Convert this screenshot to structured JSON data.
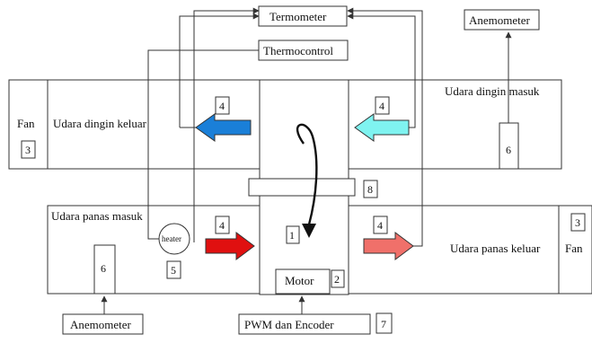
{
  "labels": {
    "termometer": "Termometer",
    "thermocontrol": "Thermocontrol",
    "anemometer_top": "Anemometer",
    "anemometer_bottom": "Anemometer",
    "pwm": "PWM dan Encoder",
    "fan_left": "Fan",
    "fan_right": "Fan",
    "udara_dingin_keluar": "Udara dingin keluar",
    "udara_dingin_masuk": "Udara dingin masuk",
    "udara_panas_masuk": "Udara panas masuk",
    "udara_panas_keluar": "Udara panas keluar",
    "motor": "Motor",
    "heater": "heater"
  },
  "numbers": {
    "n1": "1",
    "n2": "2",
    "n3_left": "3",
    "n3_right": "3",
    "n4_cold_left": "4",
    "n4_cold_right": "4",
    "n4_hot_left": "4",
    "n4_hot_right": "4",
    "n5": "5",
    "n6_left": "6",
    "n6_right": "6",
    "n7": "7",
    "n8": "8"
  },
  "colors": {
    "arrow_cold_out": "#1a7fd8",
    "arrow_cold_in": "#7ff3f0",
    "arrow_hot_in": "#e01010",
    "arrow_hot_out": "#f0706a",
    "line": "#333333"
  }
}
